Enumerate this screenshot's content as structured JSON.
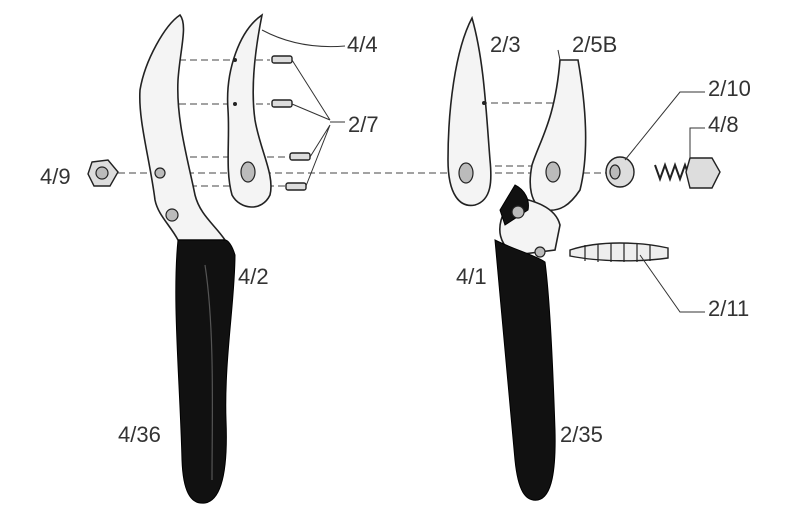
{
  "diagram": {
    "labels": {
      "p4_4": "4/4",
      "p2_3": "2/3",
      "p2_5B": "2/5B",
      "p2_10": "2/10",
      "p4_8": "4/8",
      "p2_7": "2/7",
      "p4_9": "4/9",
      "p4_2": "4/2",
      "p4_1": "4/1",
      "p2_11": "2/11",
      "p4_36": "4/36",
      "p2_35": "2/35"
    }
  }
}
